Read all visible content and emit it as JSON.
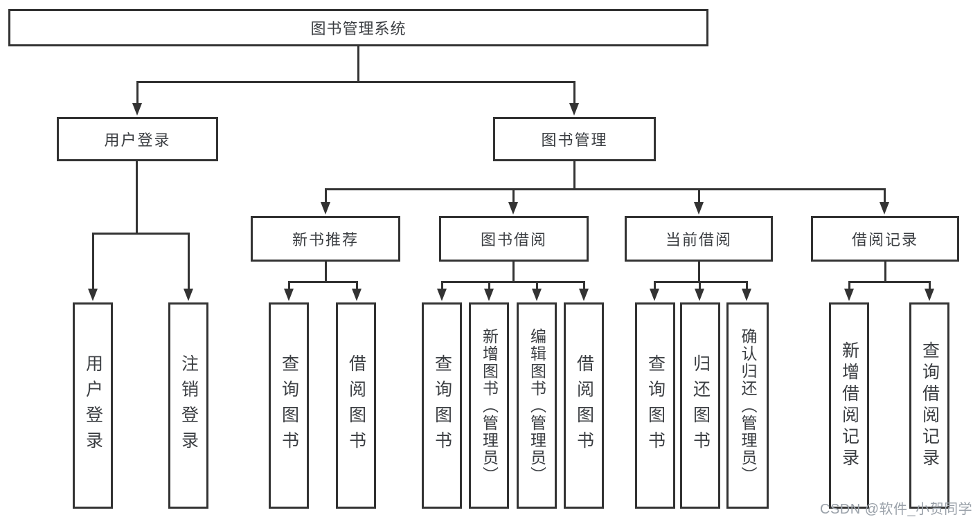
{
  "diagram": {
    "type": "hierarchy-tree",
    "title": "图书管理系统",
    "nodes": {
      "root": {
        "label": "图书管理系统"
      },
      "branches": [
        {
          "label": "用户登录",
          "children": [
            {
              "label": "用户登录"
            },
            {
              "label": "注销登录"
            }
          ]
        },
        {
          "label": "图书管理",
          "children": [
            {
              "label": "新书推荐",
              "children": [
                {
                  "label": "查询图书"
                },
                {
                  "label": "借阅图书"
                }
              ]
            },
            {
              "label": "图书借阅",
              "children": [
                {
                  "label": "查询图书"
                },
                {
                  "label": "新增图书（管理员）"
                },
                {
                  "label": "编辑图书（管理员）"
                },
                {
                  "label": "借阅图书"
                }
              ]
            },
            {
              "label": "当前借阅",
              "children": [
                {
                  "label": "查询图书"
                },
                {
                  "label": "归还图书"
                },
                {
                  "label": "确认归还（管理员）"
                }
              ]
            },
            {
              "label": "借阅记录",
              "children": [
                {
                  "label": "新增借阅记录"
                },
                {
                  "label": "查询借阅记录"
                }
              ]
            }
          ]
        }
      ]
    },
    "colors": {
      "line": "#333333",
      "box_fill": "#ffffff",
      "text": "#3b3e42",
      "watermark": "#9aa1a9"
    },
    "watermark": {
      "text": "CSDN @软件_小贺同学"
    }
  }
}
